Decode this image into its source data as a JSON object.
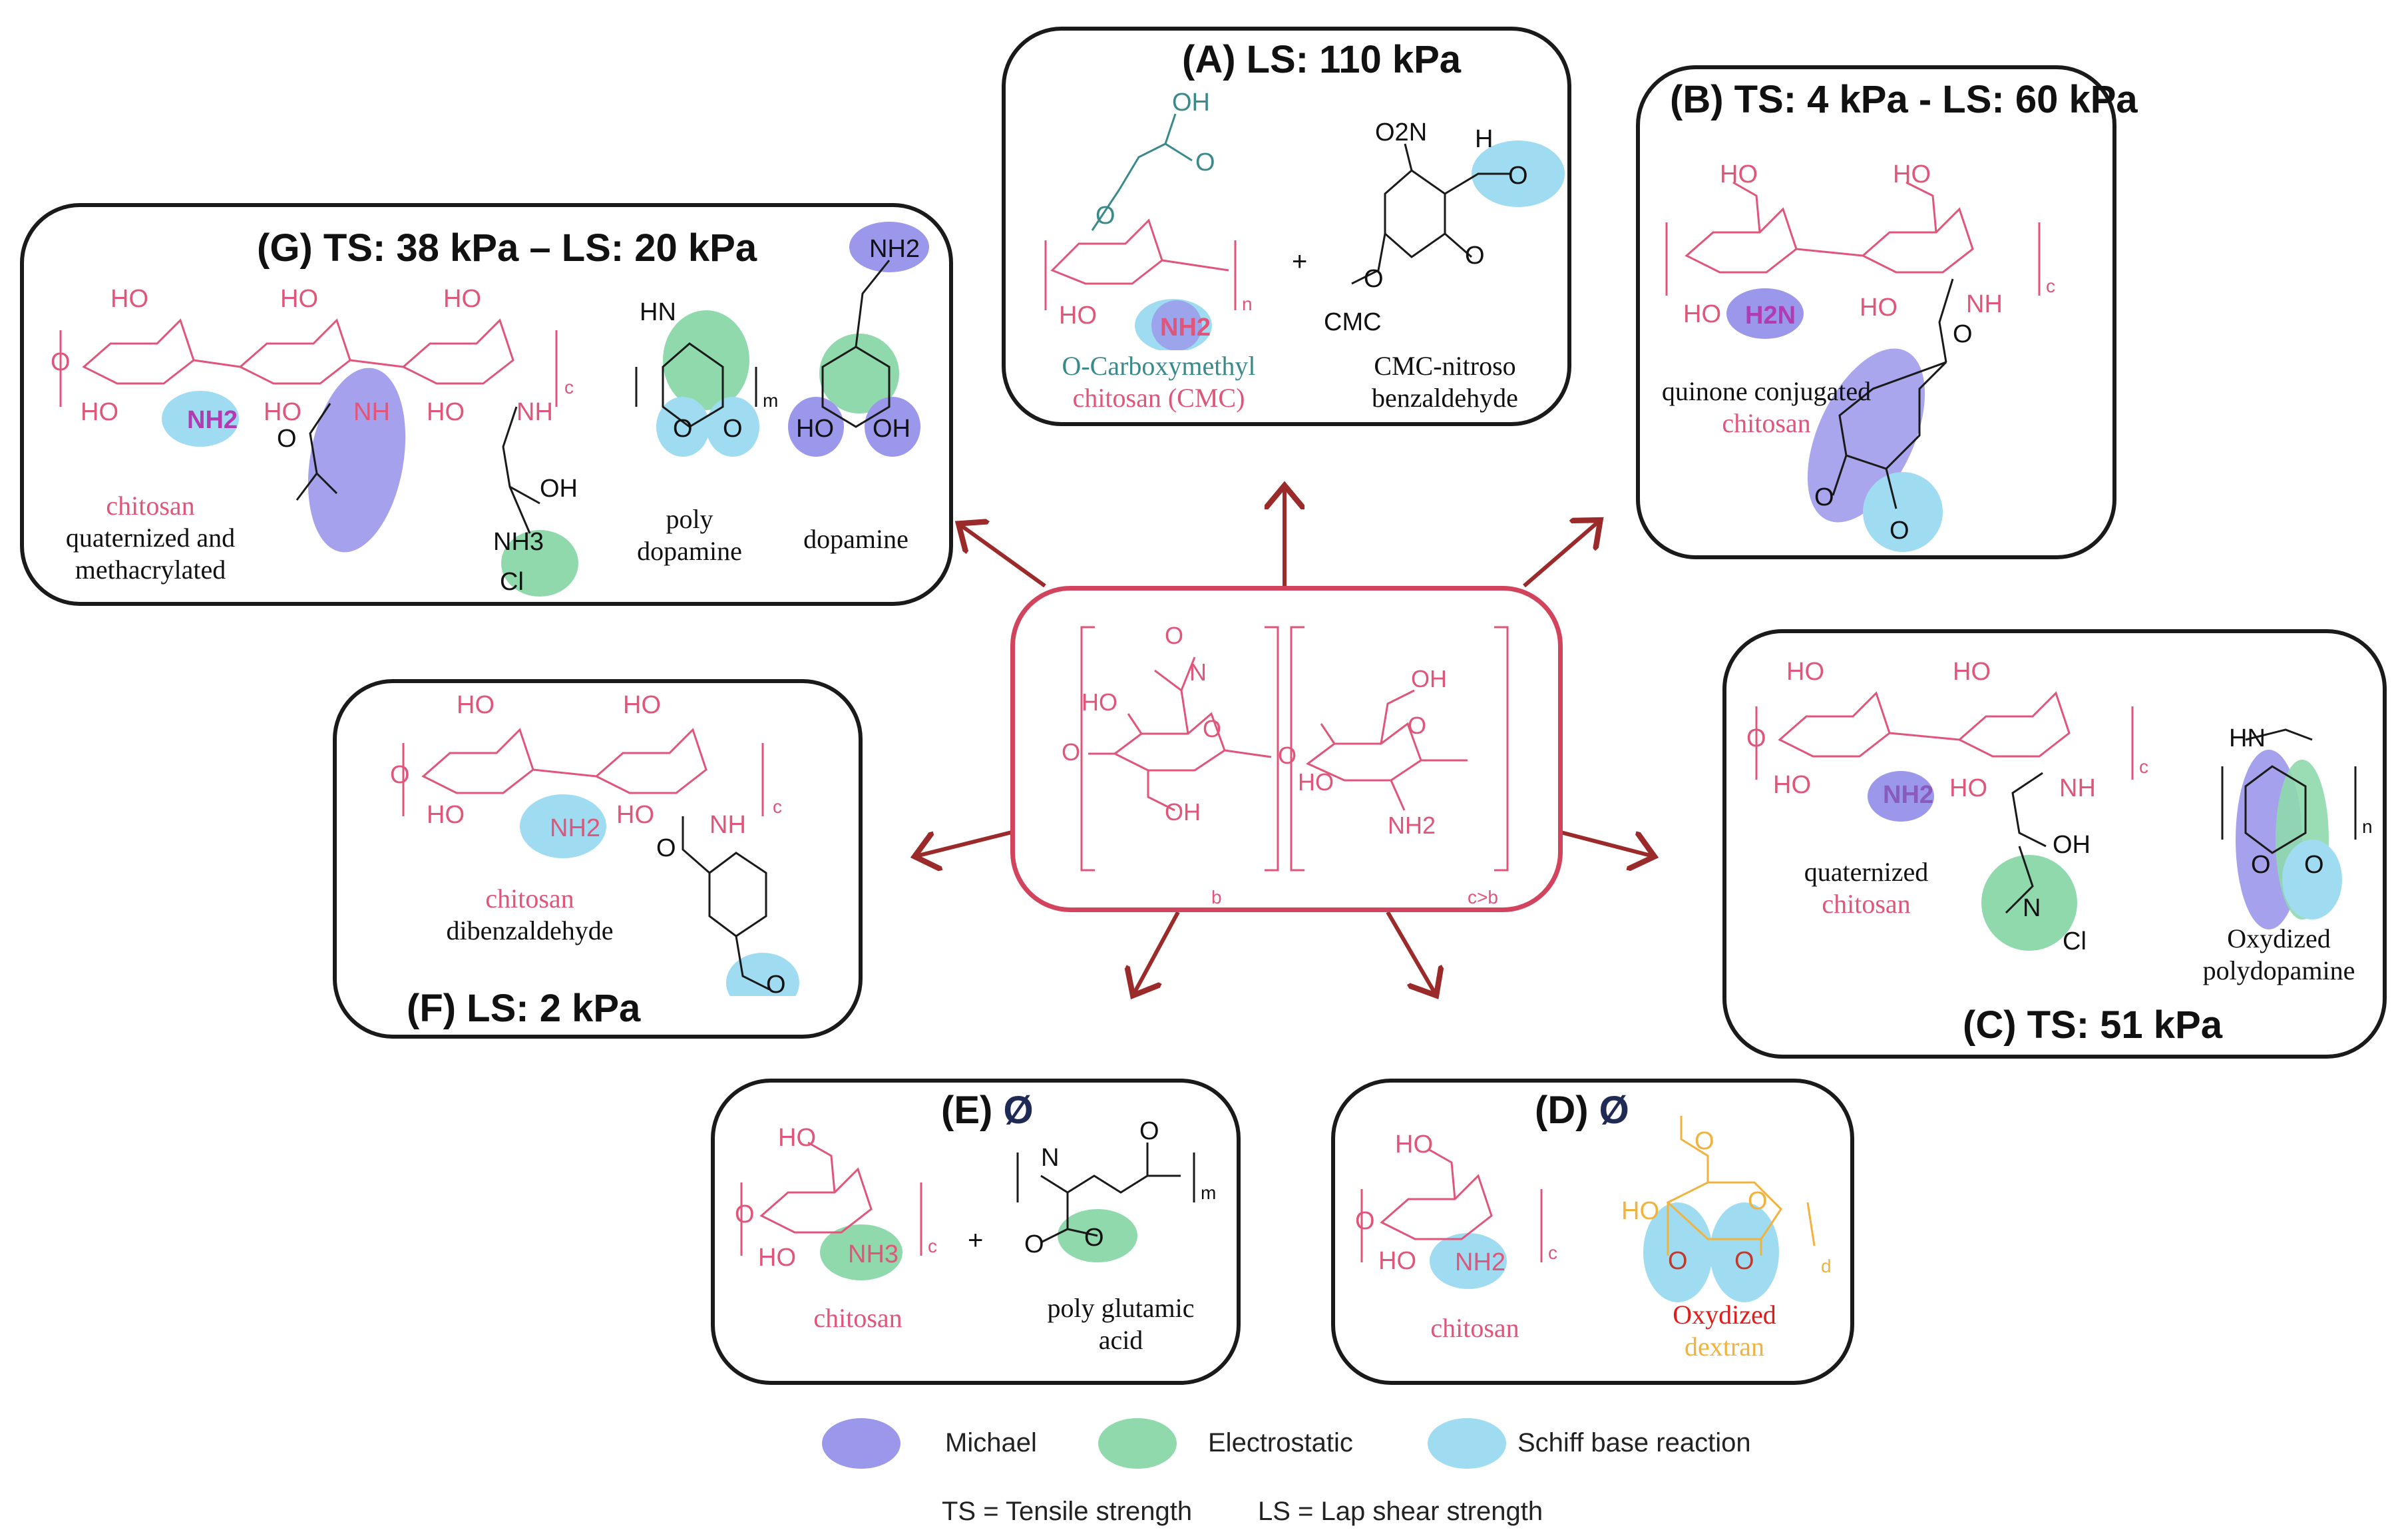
{
  "panels": {
    "A": {
      "title": "(A) LS: 110 kPa",
      "caption1_line1": "O-Carboxymethyl",
      "caption1_line2": "chitosan (CMC)",
      "caption2_line1": "CMC-nitroso",
      "caption2_line2": "benzaldehyde"
    },
    "B": {
      "title": "(B) TS: 4 kPa - LS: 60 kPa",
      "caption_line1": "quinone conjugated",
      "caption_line2": "chitosan"
    },
    "C": {
      "title": "(C) TS: 51 kPa",
      "caption1_line1": "quaternized",
      "caption1_line2": "chitosan",
      "caption2_line1": "Oxydized",
      "caption2_line2": "polydopamine"
    },
    "D": {
      "title_prefix": "(D) ",
      "title_symbol": "Ø",
      "caption1": "chitosan",
      "caption2_line1": "Oxydized",
      "caption2_line2": "dextran"
    },
    "E": {
      "title_prefix": "(E) ",
      "title_symbol": "Ø",
      "caption1": "chitosan",
      "caption2_line1": "poly glutamic",
      "caption2_line2": "acid"
    },
    "F": {
      "title": "(F) LS: 2 kPa",
      "caption_line1": "chitosan",
      "caption_line2": "dibenzaldehyde"
    },
    "G": {
      "title": "(G) TS: 38 kPa – LS: 20 kPa",
      "caption1_line1": "chitosan",
      "caption1_line2": "quaternized and",
      "caption1_line3": "methacrylated",
      "caption2_line1": "poly",
      "caption2_line2": "dopamine",
      "caption3": "dopamine"
    }
  },
  "legend": {
    "items": [
      {
        "label": "Michael",
        "color": "#9b97ea"
      },
      {
        "label": "Electrostatic",
        "color": "#8fd9ad"
      },
      {
        "label": "Schiff base reaction",
        "color": "#9fdcf2"
      }
    ],
    "abbrev_ts": "TS = Tensile strength",
    "abbrev_ls": "LS = Lap shear strength"
  },
  "chem_labels": {
    "nh2": "NH2",
    "h2n": "H2N",
    "nh3": "NH3",
    "ho": "HO",
    "oh": "OH",
    "nh": "NH",
    "hn": "HN",
    "o": "O",
    "h": "H",
    "n": "N",
    "cl": "Cl",
    "cmc": "CMC",
    "no2": "O2N",
    "b": "b",
    "cgtb": "c>b",
    "c": "c",
    "n_sub": "n",
    "m_sub": "m",
    "d_sub": "d",
    "plus": "+"
  },
  "colors": {
    "chitosan": "#e0557a",
    "frame": "#1a1a1a",
    "center_frame": "#d2445e",
    "arrow": "#9b2a2a",
    "michael": "#9b97ea",
    "electrostatic": "#8fd9ad",
    "schiff": "#9fdcf2",
    "teal": "#3a8a8c",
    "dextran": "#f2b23e"
  }
}
